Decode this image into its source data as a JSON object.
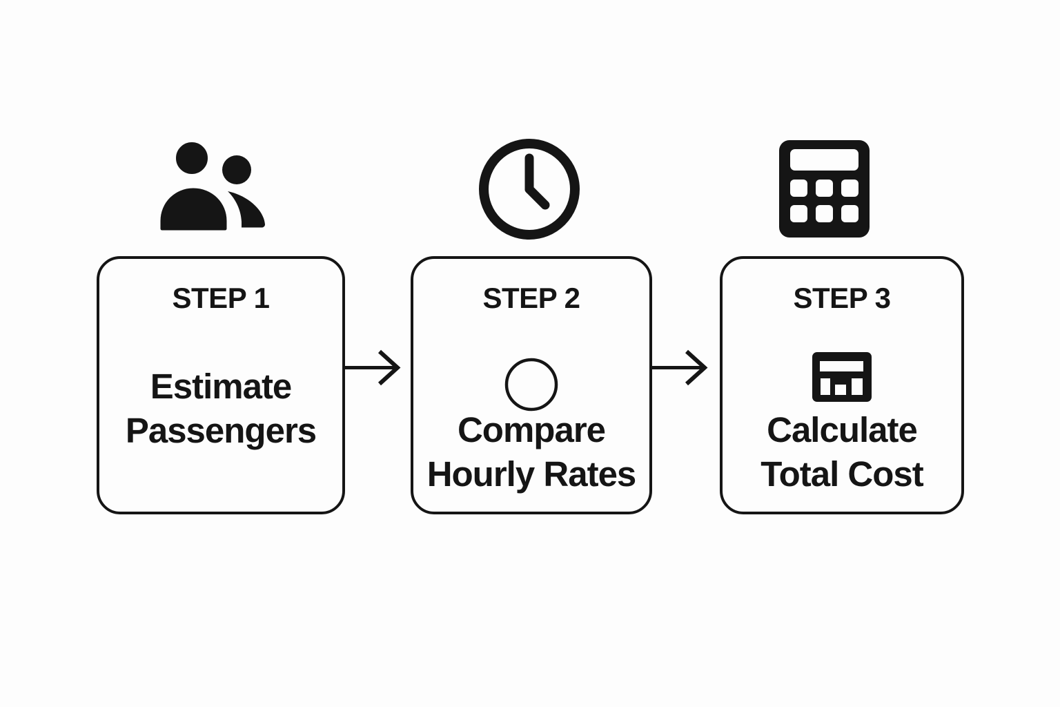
{
  "diagram": {
    "type": "process-flow",
    "direction": "left-to-right",
    "colors": {
      "background": "#fdfdfd",
      "ink": "#151515"
    }
  },
  "steps": [
    {
      "title": "STEP 1",
      "line1": "Estimate",
      "line2": "Passengers",
      "top_icon": "people-icon",
      "inner_icon": null
    },
    {
      "title": "STEP 2",
      "line1": "Compare",
      "line2": "Hourly Rates",
      "top_icon": "clock-icon",
      "inner_icon": "circle-icon"
    },
    {
      "title": "STEP 3",
      "line1": "Calculate",
      "line2": "Total Cost",
      "top_icon": "calculator-icon",
      "inner_icon": "mini-calculator-icon"
    }
  ],
  "connectors": [
    {
      "from": "STEP 1",
      "to": "STEP 2",
      "type": "arrow-right"
    },
    {
      "from": "STEP 2",
      "to": "STEP 3",
      "type": "arrow-right"
    }
  ]
}
